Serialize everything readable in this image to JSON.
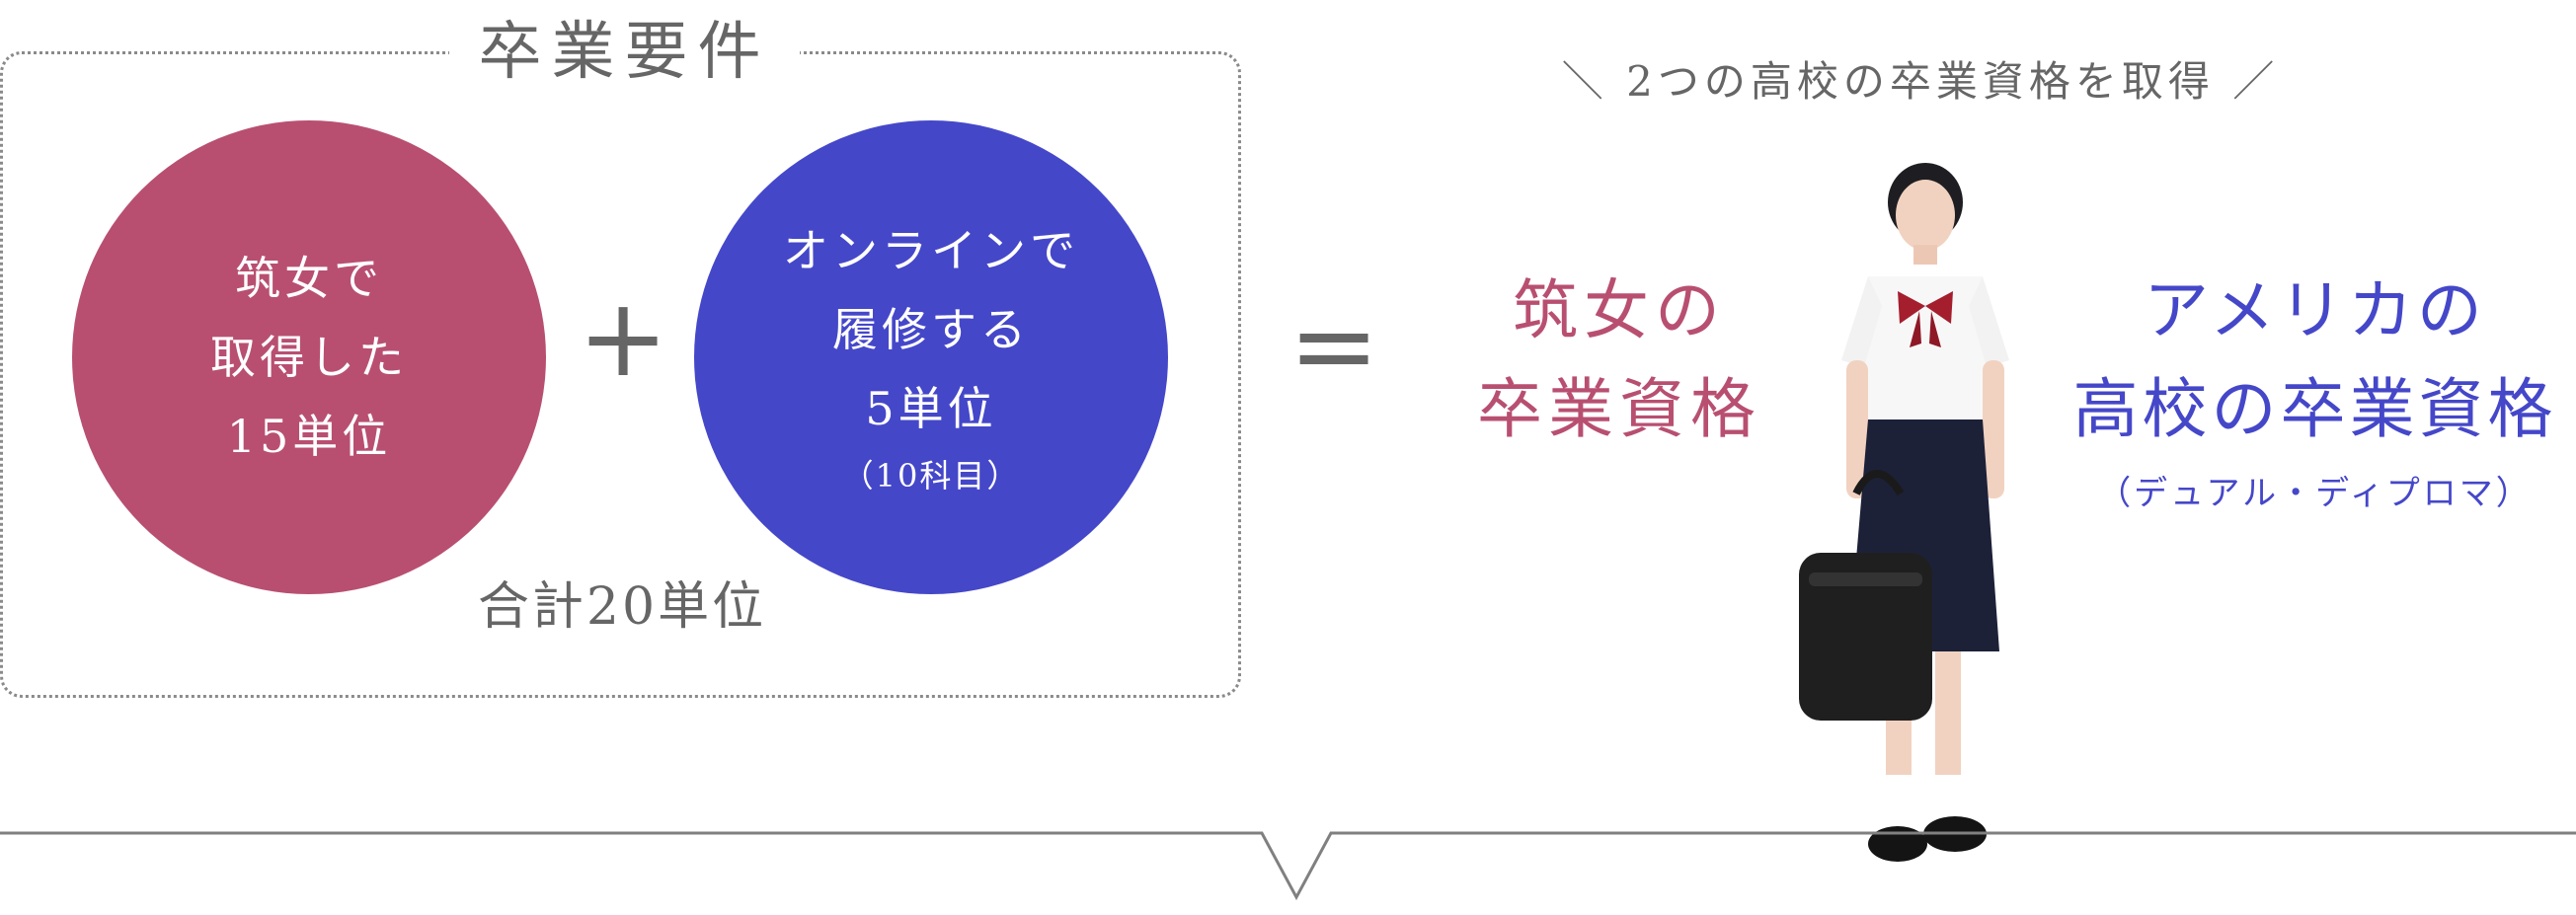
{
  "requirements": {
    "title": "卒業要件",
    "left_circle": {
      "lines": [
        "筑女で",
        "取得した",
        "15単位"
      ],
      "color": "#b84f71"
    },
    "right_circle": {
      "lines": [
        "オンラインで",
        "履修する",
        "5単位"
      ],
      "note": "（10科目）",
      "color": "#4547c9"
    },
    "plus": "+",
    "total": "合計20単位"
  },
  "equals": "=",
  "headline": "＼ 2つの高校の卒業資格を取得 ／",
  "result_left": {
    "lines": [
      "筑女の",
      "卒業資格"
    ],
    "color": "#b84f71"
  },
  "result_right": {
    "lines": [
      "アメリカの",
      "高校の卒業資格"
    ],
    "note": "（デュアル・ディプロマ）",
    "color": "#4547c9"
  }
}
